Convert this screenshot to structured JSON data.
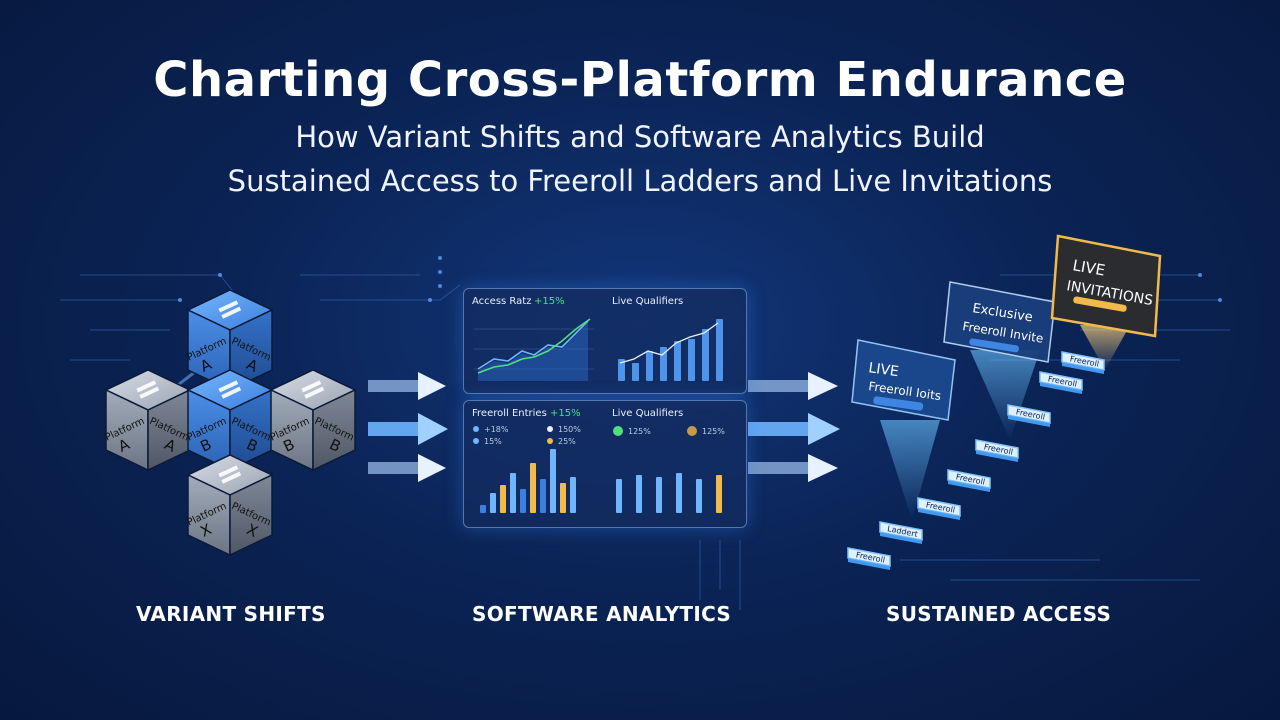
{
  "title": "Charting Cross-Platform Endurance",
  "subtitle_line1": "How Variant Shifts and Software Analytics Build",
  "subtitle_line2": "Sustained Access to Freeroll Ladders and Live Invitations",
  "sections": {
    "variant": "VARIANT SHIFTS",
    "analytics": "SOFTWARE ANALYTICS",
    "access": "SUSTAINED ACCESS"
  },
  "cubes": [
    {
      "top": "Platform",
      "bottom": "A"
    },
    {
      "top": "Platform",
      "bottom": "A"
    },
    {
      "top": "Platform",
      "bottom": "B"
    },
    {
      "top": "Platform",
      "bottom": "B"
    },
    {
      "top": "Platform",
      "bottom": "X"
    }
  ],
  "dashboard": {
    "p1_title": "Access Ratz",
    "p1_badge": "+15%",
    "p2_title": "Live Qualifiers",
    "p3_title": "Freeroll Entries",
    "p3_badge": "+15%",
    "p3_stats": [
      "+18%",
      "150%",
      "15%",
      "25%"
    ],
    "p4_title": "Live Qualifiers",
    "p4_stats": [
      "125%",
      "125%"
    ]
  },
  "ladder": {
    "card_live_1": "LIVE",
    "card_live_2": "Freeroll Ioits",
    "card_excl_1": "Exclusive",
    "card_excl_2": "Freeroll Invite",
    "card_inv_1": "LIVE",
    "card_inv_2": "INVITATIONS",
    "steps": [
      "Freeroll",
      "Freeroll",
      "Freeroll",
      "Freeroll",
      "Freeroll",
      "Freeroll",
      "Laddert",
      "Freeroll"
    ]
  },
  "colors": {
    "accent": "#3e8df0",
    "gold": "#f2b94b",
    "green": "#4fe07a"
  }
}
